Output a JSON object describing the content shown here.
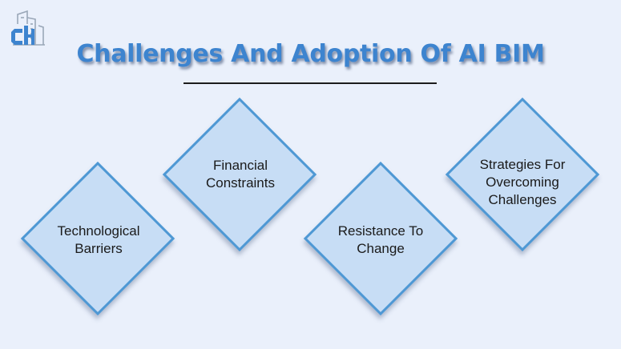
{
  "title": "Challenges And Adoption Of AI BIM",
  "logo": {
    "icon": "building-logo-icon",
    "letters": "CH",
    "color": "#3d84cf"
  },
  "colors": {
    "background": "#eaf0fb",
    "title": "#3d84cf",
    "diamond_fill": "#c7ddf5",
    "diamond_border": "#4e98d4"
  },
  "items": [
    {
      "label": "Technological Barriers"
    },
    {
      "label": "Financial Constraints"
    },
    {
      "label": "Resistance To Change"
    },
    {
      "label": "Strategies For Overcoming Challenges"
    }
  ]
}
